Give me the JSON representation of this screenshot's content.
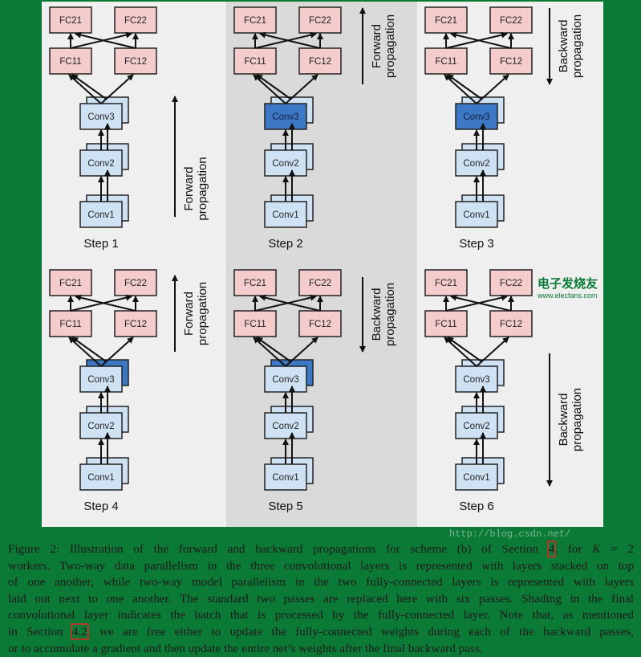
{
  "figure": {
    "colors": {
      "background": "#0b7a36",
      "panel_light": "#efefef",
      "panel_dark": "#dadada",
      "fc_fill": "#f4cccc",
      "conv_fill": "#cfe2f3",
      "conv_shaded": "#3d78c4",
      "stroke": "#222222"
    },
    "fc_labels": {
      "fc21": "FC21",
      "fc22": "FC22",
      "fc11": "FC11",
      "fc12": "FC12"
    },
    "conv_labels": [
      "Conv1",
      "Conv2",
      "Conv3"
    ],
    "steps": [
      {
        "label": "Step 1",
        "direction": "up",
        "arrow_text": [
          "Forward",
          "propagation"
        ],
        "conv3_shaded": "none"
      },
      {
        "label": "Step 2",
        "direction": "up",
        "arrow_text": [
          "Forward",
          "propagation"
        ],
        "conv3_shaded": "front"
      },
      {
        "label": "Step 3",
        "direction": "down",
        "arrow_text": [
          "Backward",
          "propagation"
        ],
        "conv3_shaded": "front"
      },
      {
        "label": "Step 4",
        "direction": "up",
        "arrow_text": [
          "Forward",
          "propagation"
        ],
        "conv3_shaded": "back"
      },
      {
        "label": "Step 5",
        "direction": "down",
        "arrow_text": [
          "Backward",
          "propagation"
        ],
        "conv3_shaded": "back"
      },
      {
        "label": "Step 6",
        "direction": "down",
        "arrow_text": [
          "Backward",
          "propagation"
        ],
        "conv3_shaded": "none"
      }
    ]
  },
  "caption": {
    "l1a": "Figure 2: Illustration of the forward and backward propagations for scheme (b) of Section ",
    "l1ref": "4",
    "l1b": ", for ",
    "l1k": "K",
    "l1c": " = 2",
    "l2": "workers. Two-way data parallelism in the three convolutional layers is represented with layers stacked on top",
    "l3": "of one another, while two-way model parallelism in the two fully-connected layers is represented with layers",
    "l4": "laid out next to one another. The standard two passes are replaced here with six passes. Shading in the final",
    "l5": "convolutional layer indicates the batch that is processed by the fully-connected layer. Note that, as mentioned",
    "l6a": "in Section ",
    "l6ref": "4.2",
    "l6b": ", we are free either to update the fully-connected weights during each of the backward passes,",
    "l7": "or to accumulate a gradient and then update the entire net’s weights after the final backward pass."
  },
  "watermark": {
    "url": "http://blog.csdn.net/",
    "logo_cn": "电子发烧友",
    "logo_url": "www.elecfans.com"
  }
}
